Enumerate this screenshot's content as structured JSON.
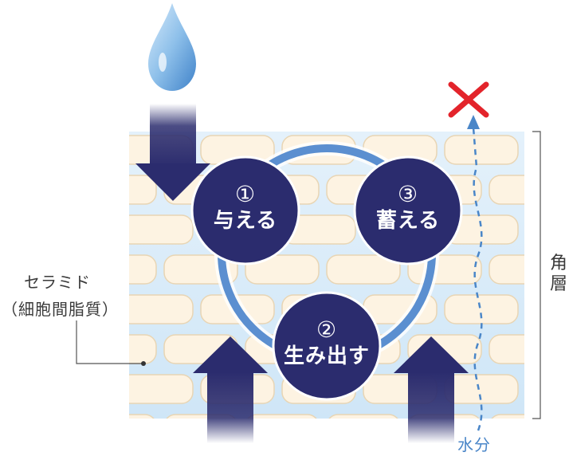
{
  "steps": [
    {
      "number": "①",
      "label": "与える"
    },
    {
      "number": "②",
      "label": "生み出す"
    },
    {
      "number": "③",
      "label": "蓄える"
    }
  ],
  "labels": {
    "ceramide_line1": "セラミド",
    "ceramide_line2": "（細胞間脂質）",
    "stratum_char1": "角",
    "stratum_char2": "層",
    "water": "水分",
    "blocked_mark": "✕"
  },
  "colors": {
    "navy": "#2b2c6e",
    "cycle_ring": "#5b8fd0",
    "cell_fill": "#fdf3e2",
    "cell_stroke": "#e8d5b4",
    "lipid_blue": "#cfe6f7",
    "water_line": "#4a86c8",
    "cross": "#e3242b",
    "droplet": "#7fb3e4"
  }
}
